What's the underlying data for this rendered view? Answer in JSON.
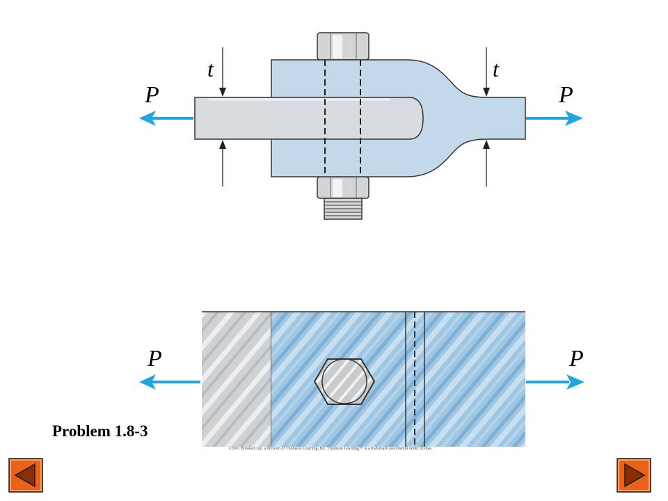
{
  "figure": {
    "load_label_left_top": "P",
    "load_label_right_top": "P",
    "thickness_label_left": "t",
    "thickness_label_right": "t",
    "load_label_left_bottom": "P",
    "load_label_right_bottom": "P"
  },
  "problem_label": "Problem 1.8-3",
  "copyright": "©2001 Brooks/Cole, a division of Thomson Learning, Inc.  Thomson Learning™ is a trademark used herein under license.",
  "nav": {
    "prev_icon": "triangle-left-icon",
    "next_icon": "triangle-right-icon"
  },
  "colors": {
    "clevis": "#c3d9ea",
    "bar": "#d9dcde",
    "arrow": "#1ea6df",
    "nav_button": "#e8621a"
  }
}
